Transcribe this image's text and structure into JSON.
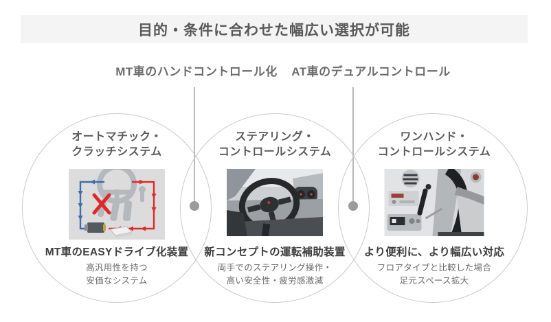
{
  "title": "目的・条件に合わせた幅広い選択が可能",
  "categories": [
    {
      "label": "MT車のハンドコントロール化"
    },
    {
      "label": "AT車のデュアルコントロール"
    }
  ],
  "columns": [
    {
      "title_line1": "オートマチック・",
      "title_line2": "クラッチシステム",
      "image": "clutch-system-diagram",
      "headline": "MT車のEASYドライブ化装置",
      "detail_line1": "高汎用性を持つ",
      "detail_line2": "安価なシステム"
    },
    {
      "title_line1": "ステアリング・",
      "title_line2": "コントロールシステム",
      "image": "steering-control-photo",
      "headline": "新コンセプトの運転補助装置",
      "detail_line1": "両手でのステアリング操作・",
      "detail_line2": "高い安全性・疲労感激減"
    },
    {
      "title_line1": "ワンハンド・",
      "title_line2": "コントロールシステム",
      "image": "one-hand-control-photo",
      "headline": "より便利に、より幅広い対応",
      "detail_line1": "フロアタイプと比較した場合",
      "detail_line2": "足元スペース拡大"
    }
  ],
  "colors": {
    "title_bar_bg": "#f4f4f4",
    "title_text": "#595959",
    "circle_stroke": "#c9c9c9",
    "connector": "#9b9b9b",
    "diagram_blue": "#3f6fa9",
    "diagram_red": "#e02828"
  }
}
